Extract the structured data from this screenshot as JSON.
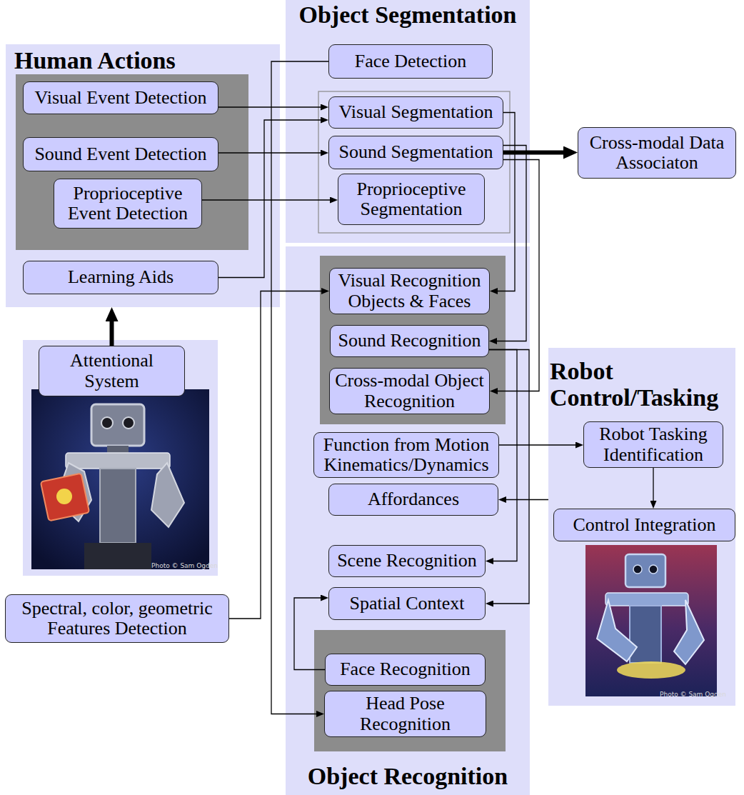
{
  "diagram": {
    "nodes": [
      {
        "text": [
          "Human Actions"
        ]
      },
      {
        "text": [
          "Visual Event Detection"
        ],
        "in": 0
      },
      {
        "text": [
          "Sound Event Detection"
        ],
        "in": 0
      },
      {
        "text": [
          "Proprioceptive Event Detection"
        ],
        "in": 0
      },
      {
        "text": [
          "Learning Aids"
        ],
        "in": 0
      },
      {
        "text": [
          "Object Segmentation"
        ]
      },
      {
        "text": [
          "Face Detection"
        ],
        "in": 5
      },
      {
        "text": [
          "Visual Segmentation"
        ],
        "in": 5
      },
      {
        "text": [
          "Sound Segmentation"
        ],
        "in": 5
      },
      {
        "text": [
          "Proprioceptive Segmentation"
        ],
        "in": 5
      },
      {
        "text": [
          "Cross-modal Data Associaton"
        ]
      },
      {
        "text": [
          "Attentional System"
        ]
      },
      {
        "text": [
          "Object Recognition"
        ]
      },
      {
        "text": [
          "Visual Recognition Objects & Faces"
        ],
        "in": 12
      },
      {
        "text": [
          "Sound Recognition"
        ],
        "in": 12
      },
      {
        "text": [
          "Cross-modal Object Recognition"
        ],
        "in": 12
      },
      {
        "text": [
          "Function from Motion Kinematics/Dynamics"
        ],
        "in": 12
      },
      {
        "text": [
          "Affordances"
        ],
        "in": 12
      },
      {
        "text": [
          "Scene Recognition"
        ],
        "in": 12
      },
      {
        "text": [
          "Spatial Context"
        ],
        "in": 12
      },
      {
        "text": [
          "Face Recognition"
        ],
        "in": 12
      },
      {
        "text": [
          "Head Pose Recognition"
        ],
        "in": 12
      },
      {
        "text": [
          "Robot Control/Tasking"
        ]
      },
      {
        "text": [
          "Robot Tasking Identification"
        ],
        "in": 22
      },
      {
        "text": [
          "Control Integration"
        ],
        "in": 22
      },
      {
        "text": [
          "Spectral, color, geometric Features Detection"
        ]
      }
    ],
    "edges": [
      {
        "from": 1,
        "to": 7,
        "arrow": "to"
      },
      {
        "from": 2,
        "to": 8,
        "arrow": "to"
      },
      {
        "from": 3,
        "to": 9,
        "arrow": "to"
      },
      {
        "from": 4,
        "to": 7,
        "arrow": "to"
      },
      {
        "from": 6,
        "to": 21,
        "arrow": "to"
      },
      {
        "from": 7,
        "to": 13,
        "arrow": "to"
      },
      {
        "from": 8,
        "to": 14,
        "arrow": "to"
      },
      {
        "from": 8,
        "to": 15,
        "arrow": "to"
      },
      {
        "from": 8,
        "to": 10,
        "arrow": "to"
      },
      {
        "from": 25,
        "to": 13,
        "arrow": "to"
      },
      {
        "from": 14,
        "to": 18,
        "arrow": "to"
      },
      {
        "from": 14,
        "to": 19,
        "arrow": "to"
      },
      {
        "from": 20,
        "to": 19,
        "arrow": "to"
      },
      {
        "from": 16,
        "to": 23,
        "arrow": "to"
      },
      {
        "from": 23,
        "to": 24,
        "arrow": "to"
      },
      {
        "from": 22,
        "to": 17,
        "arrow": "to"
      },
      {
        "from": 11,
        "to": 0,
        "arrow": "to"
      }
    ],
    "labels": [
      "Photo © Sam Ogden",
      "Photo © Sam Ogden"
    ]
  }
}
